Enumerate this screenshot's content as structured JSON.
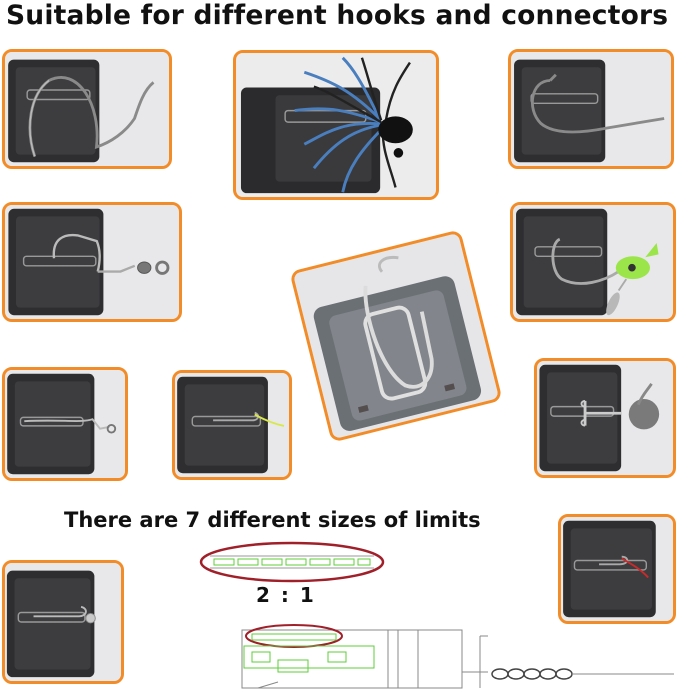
{
  "headline": "Suitable for different hooks and connectors",
  "subtitle": "There are 7 different sizes of limits",
  "ratio": "2 : 1",
  "colors": {
    "frame_border": "#f28c28",
    "box_dark": "#2f2f31",
    "ellipse": "#a0202a",
    "diagram_green": "#5ccf3a"
  },
  "photos": [
    {
      "name": "photo-worm-hook"
    },
    {
      "name": "photo-spinnerbait-jig"
    },
    {
      "name": "photo-long-hook"
    },
    {
      "name": "photo-swivel-snap"
    },
    {
      "name": "photo-jighead-spinner"
    },
    {
      "name": "photo-box-closeup"
    },
    {
      "name": "photo-small-swivel"
    },
    {
      "name": "photo-yellow-line-hook"
    },
    {
      "name": "photo-ball-jig-treble"
    },
    {
      "name": "photo-red-line-hook"
    },
    {
      "name": "photo-bead-connector"
    }
  ]
}
